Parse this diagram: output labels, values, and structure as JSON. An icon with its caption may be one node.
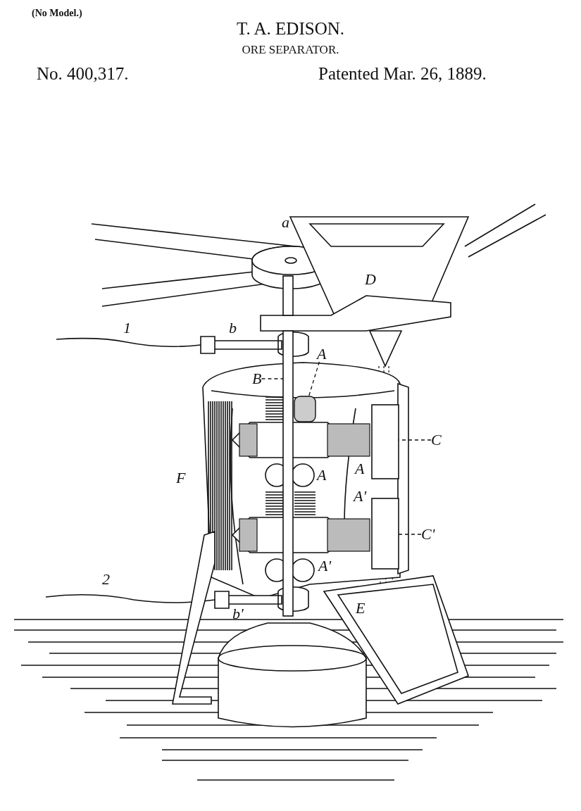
{
  "diagram": {
    "title": "ORE SEPARATOR.",
    "nodes": [
      {
        "text": [
          "B"
        ]
      },
      {
        "text": [],
        "shape": "bar"
      },
      {
        "text": [
          "A"
        ]
      },
      {
        "text": [],
        "shape": "cylinder"
      },
      {
        "text": [
          "C"
        ]
      },
      {
        "text": [],
        "shape": "box"
      },
      {
        "text": [
          "C'"
        ]
      },
      {
        "text": [],
        "shape": "box"
      }
    ],
    "edges": [
      {
        "from": 0,
        "to": 1,
        "arrow": "none",
        "style": "dashed"
      },
      {
        "from": 2,
        "to": 3,
        "arrow": "none",
        "style": "dashed"
      },
      {
        "from": 4,
        "to": 5,
        "arrow": "none",
        "style": "dashed"
      },
      {
        "from": 6,
        "to": 7,
        "arrow": "none",
        "style": "dashed"
      }
    ],
    "labels": [
      "(No Model.)",
      "T. A. EDISON.",
      "No. 400,317.",
      "Patented Mar. 26, 1889.",
      "a",
      "D",
      "1",
      "b",
      "F",
      "A",
      "A",
      "A'",
      "2",
      "A'",
      "b'",
      "E"
    ]
  }
}
